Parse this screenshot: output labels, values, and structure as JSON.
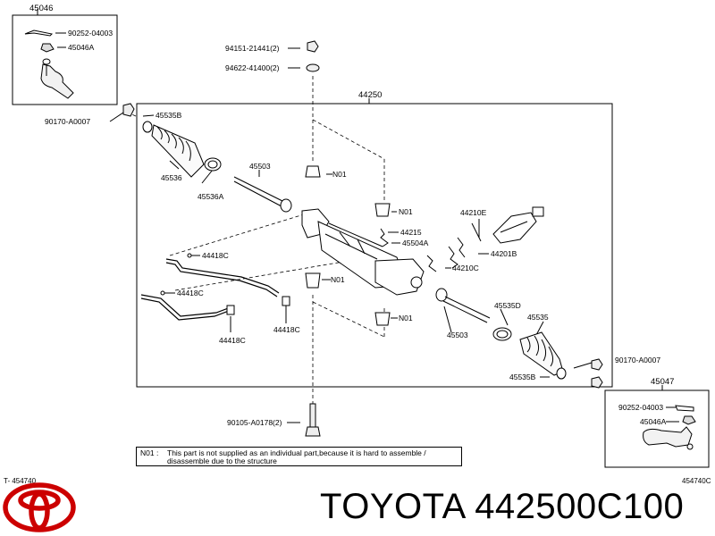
{
  "brand": {
    "make": "TOYOTA",
    "part_number": "442500C100",
    "logo_icon": "toyota-logo-icon",
    "logo_color": "#cc0000"
  },
  "diagram_refs": {
    "left": "T- 454740",
    "right": "454740C"
  },
  "note": {
    "code": "N01 :",
    "line1": "This part is not supplied as an individual part,because it is hard to assemble /",
    "line2": "disassemble due to the structure"
  },
  "callouts": {
    "p45046": "45046",
    "p90252_left": "90252-04003",
    "p45046A_left": "45046A",
    "p94151": "94151-21441(2)",
    "p94622": "94622-41400(2)",
    "p44250": "44250",
    "p90170_left": "90170-A0007",
    "p45535B_top": "45535B",
    "p45536": "45536",
    "p45536A": "45536A",
    "p45503_top": "45503",
    "n01_a": "N01",
    "n01_b": "N01",
    "n01_c": "N01",
    "n01_d": "N01",
    "p44215": "44215",
    "p45504A": "45504A",
    "p44210E": "44210E",
    "p44201B": "44201B",
    "p44210C": "44210C",
    "p44418C_a": "44418C",
    "p44418C_b": "44418C",
    "p44418C_c": "44418C",
    "p44418C_d": "44418C",
    "p45535D": "45535D",
    "p45535": "45535",
    "p45503_bottom": "45503",
    "p45535B_bottom": "45535B",
    "p90170_right": "90170-A0007",
    "p45047": "45047",
    "p90252_right": "90252-04003",
    "p45046A_right": "45046A",
    "p90105": "90105-A0178(2)"
  }
}
